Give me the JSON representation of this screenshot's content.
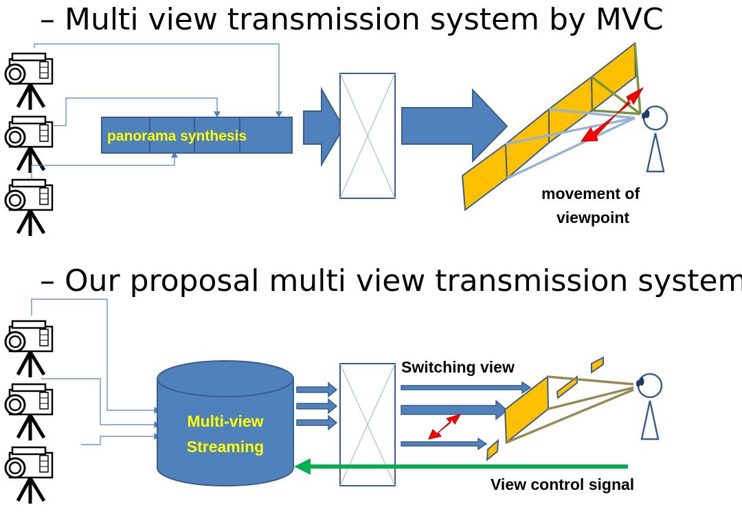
{
  "section1": {
    "heading": "– Multi view transmission system by MVC",
    "panorama_label": "panorama synthesis",
    "movement_label_line1": "movement of",
    "movement_label_line2": "viewpoint"
  },
  "section2": {
    "heading": "– Our proposal multi view transmission system",
    "db_label_line1": "Multi-view",
    "db_label_line2": "Streaming",
    "switching_label": "Switching view",
    "control_label": "View control signal"
  },
  "colors": {
    "blue_fill": "#4f81bd",
    "blue_stroke": "#385d8a",
    "yellow_text": "#ffff00",
    "panel_fill": "#ffc000",
    "red_arrow": "#ff0000",
    "green_arrow": "#00b050",
    "olive_line": "#948a54",
    "light_blue_line": "#95b3d7"
  },
  "icons": [
    "camera-icon",
    "viewer-eye-icon",
    "transmission-box-icon",
    "database-cylinder-icon"
  ]
}
